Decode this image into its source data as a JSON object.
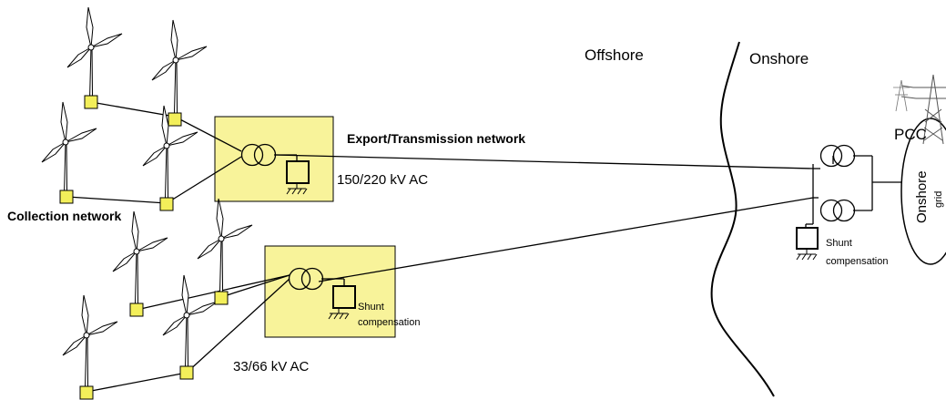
{
  "labels": {
    "offshore": "Offshore",
    "onshore": "Onshore",
    "export_network": "Export/Transmission network",
    "voltage_hv": "150/220 kV AC",
    "collection_network": "Collection network",
    "voltage_mv": "33/66 kV AC",
    "pcc": "PCC",
    "shunt_line1": "Shunt",
    "shunt_line2": "compensation",
    "onshore_shunt_line1": "Shunt",
    "onshore_shunt_line2": "compensation",
    "grid_line1": "Onshore",
    "grid_line2": "grid"
  },
  "colors": {
    "substation_fill": "#f8f39a",
    "turbine_base_fill": "#f3ef5a",
    "line": "#000000"
  },
  "icons": [
    "wind-turbine-icon",
    "transformer-icon",
    "shunt-reactor-icon",
    "ground-icon",
    "transmission-tower-icon"
  ]
}
